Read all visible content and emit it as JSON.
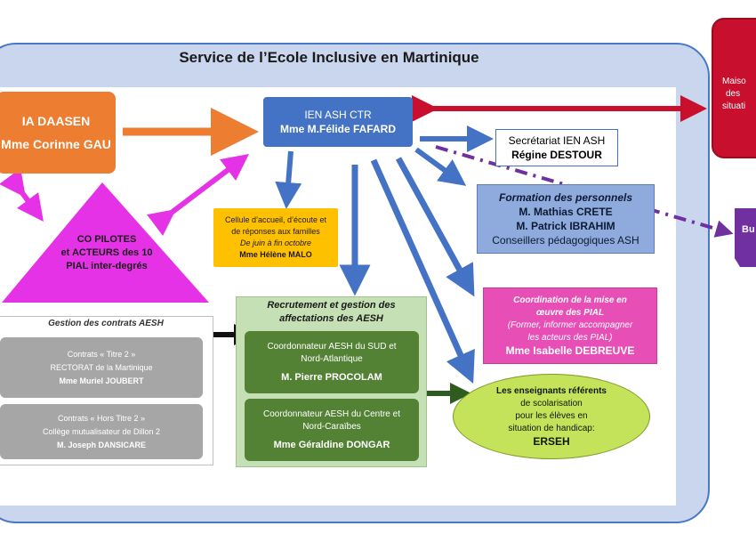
{
  "title": "Service de l’Ecole Inclusive en Martinique",
  "mdph": {
    "letter": "M",
    "line1": "Maiso",
    "line2": "des",
    "line3": "situati"
  },
  "ia": {
    "line1": "IA DAASEN",
    "line2": "Mme Corinne GAU"
  },
  "ien": {
    "line1": "IEN ASH CTR",
    "line2": "Mme M.Félide FAFARD"
  },
  "secretariat": {
    "line1": "Secrétariat IEN ASH",
    "line2": "Régine DESTOUR"
  },
  "formation": {
    "title": "Formation des personnels",
    "line1": "M. Mathias CRETE",
    "line2": "M. Patrick IBRAHIM",
    "line3": "Conseillers pédagogiques ASH"
  },
  "bu": {
    "label": "Bu"
  },
  "cellule": {
    "line1": "Cellule d’accueil, d’écoute et",
    "line2": "de réponses aux familles",
    "line3": "De juin à fin octobre",
    "line4": "Mme Hélène MALO"
  },
  "pilotes": {
    "line1": "CO PILOTES",
    "line2": "et ACTEURS des 10",
    "line3": "PIAL inter-degrés"
  },
  "coordination": {
    "line1": "Coordination de la mise en",
    "line2": "œuvre des PIAL",
    "line3": "(Former, informer accompagner",
    "line4": "les acteurs des PIAL)",
    "line5": "Mme Isabelle DEBREUVE"
  },
  "recrutement": {
    "line1": "Recrutement et gestion des",
    "line2": "affectations des AESH"
  },
  "sud": {
    "line1": "Coordonnateur AESH du SUD et",
    "line2": "Nord-Atlantique",
    "line3": "M. Pierre PROCOLAM"
  },
  "centre": {
    "line1": "Coordonnateur AESH du Centre et",
    "line2": "Nord-Caraïbes",
    "line3": "Mme Géraldine DONGAR"
  },
  "gestion": {
    "title": "Gestion des contrats AESH"
  },
  "titre2": {
    "line1": "Contrats « Titre 2 »",
    "line2": "RECTORAT de la Martinique",
    "line3": "Mme Muriel JOUBERT"
  },
  "horstitre2": {
    "line1": "Contrats « Hors Titre 2 »",
    "line2": "Collège mutualisateur de Dillon 2",
    "line3": "M. Joseph DANSICARE"
  },
  "referents": {
    "line1": "Les enseignants référents",
    "line2": "de scolarisation",
    "line3": "pour les élèves en",
    "line4": "situation de handicap:",
    "line5": "ERSEH"
  },
  "colors": {
    "frame": "#c9d6ee",
    "ia": "#ed7d31",
    "ien": "#4472c4",
    "pilotes": "#e632e6",
    "cellule": "#ffc000",
    "coordination": "#e84fb6",
    "recrutement": "#548235",
    "gestion": "#a6a6a6",
    "referents": "#c4e25a",
    "mdph": "#c8102e",
    "bu": "#7030a0"
  }
}
